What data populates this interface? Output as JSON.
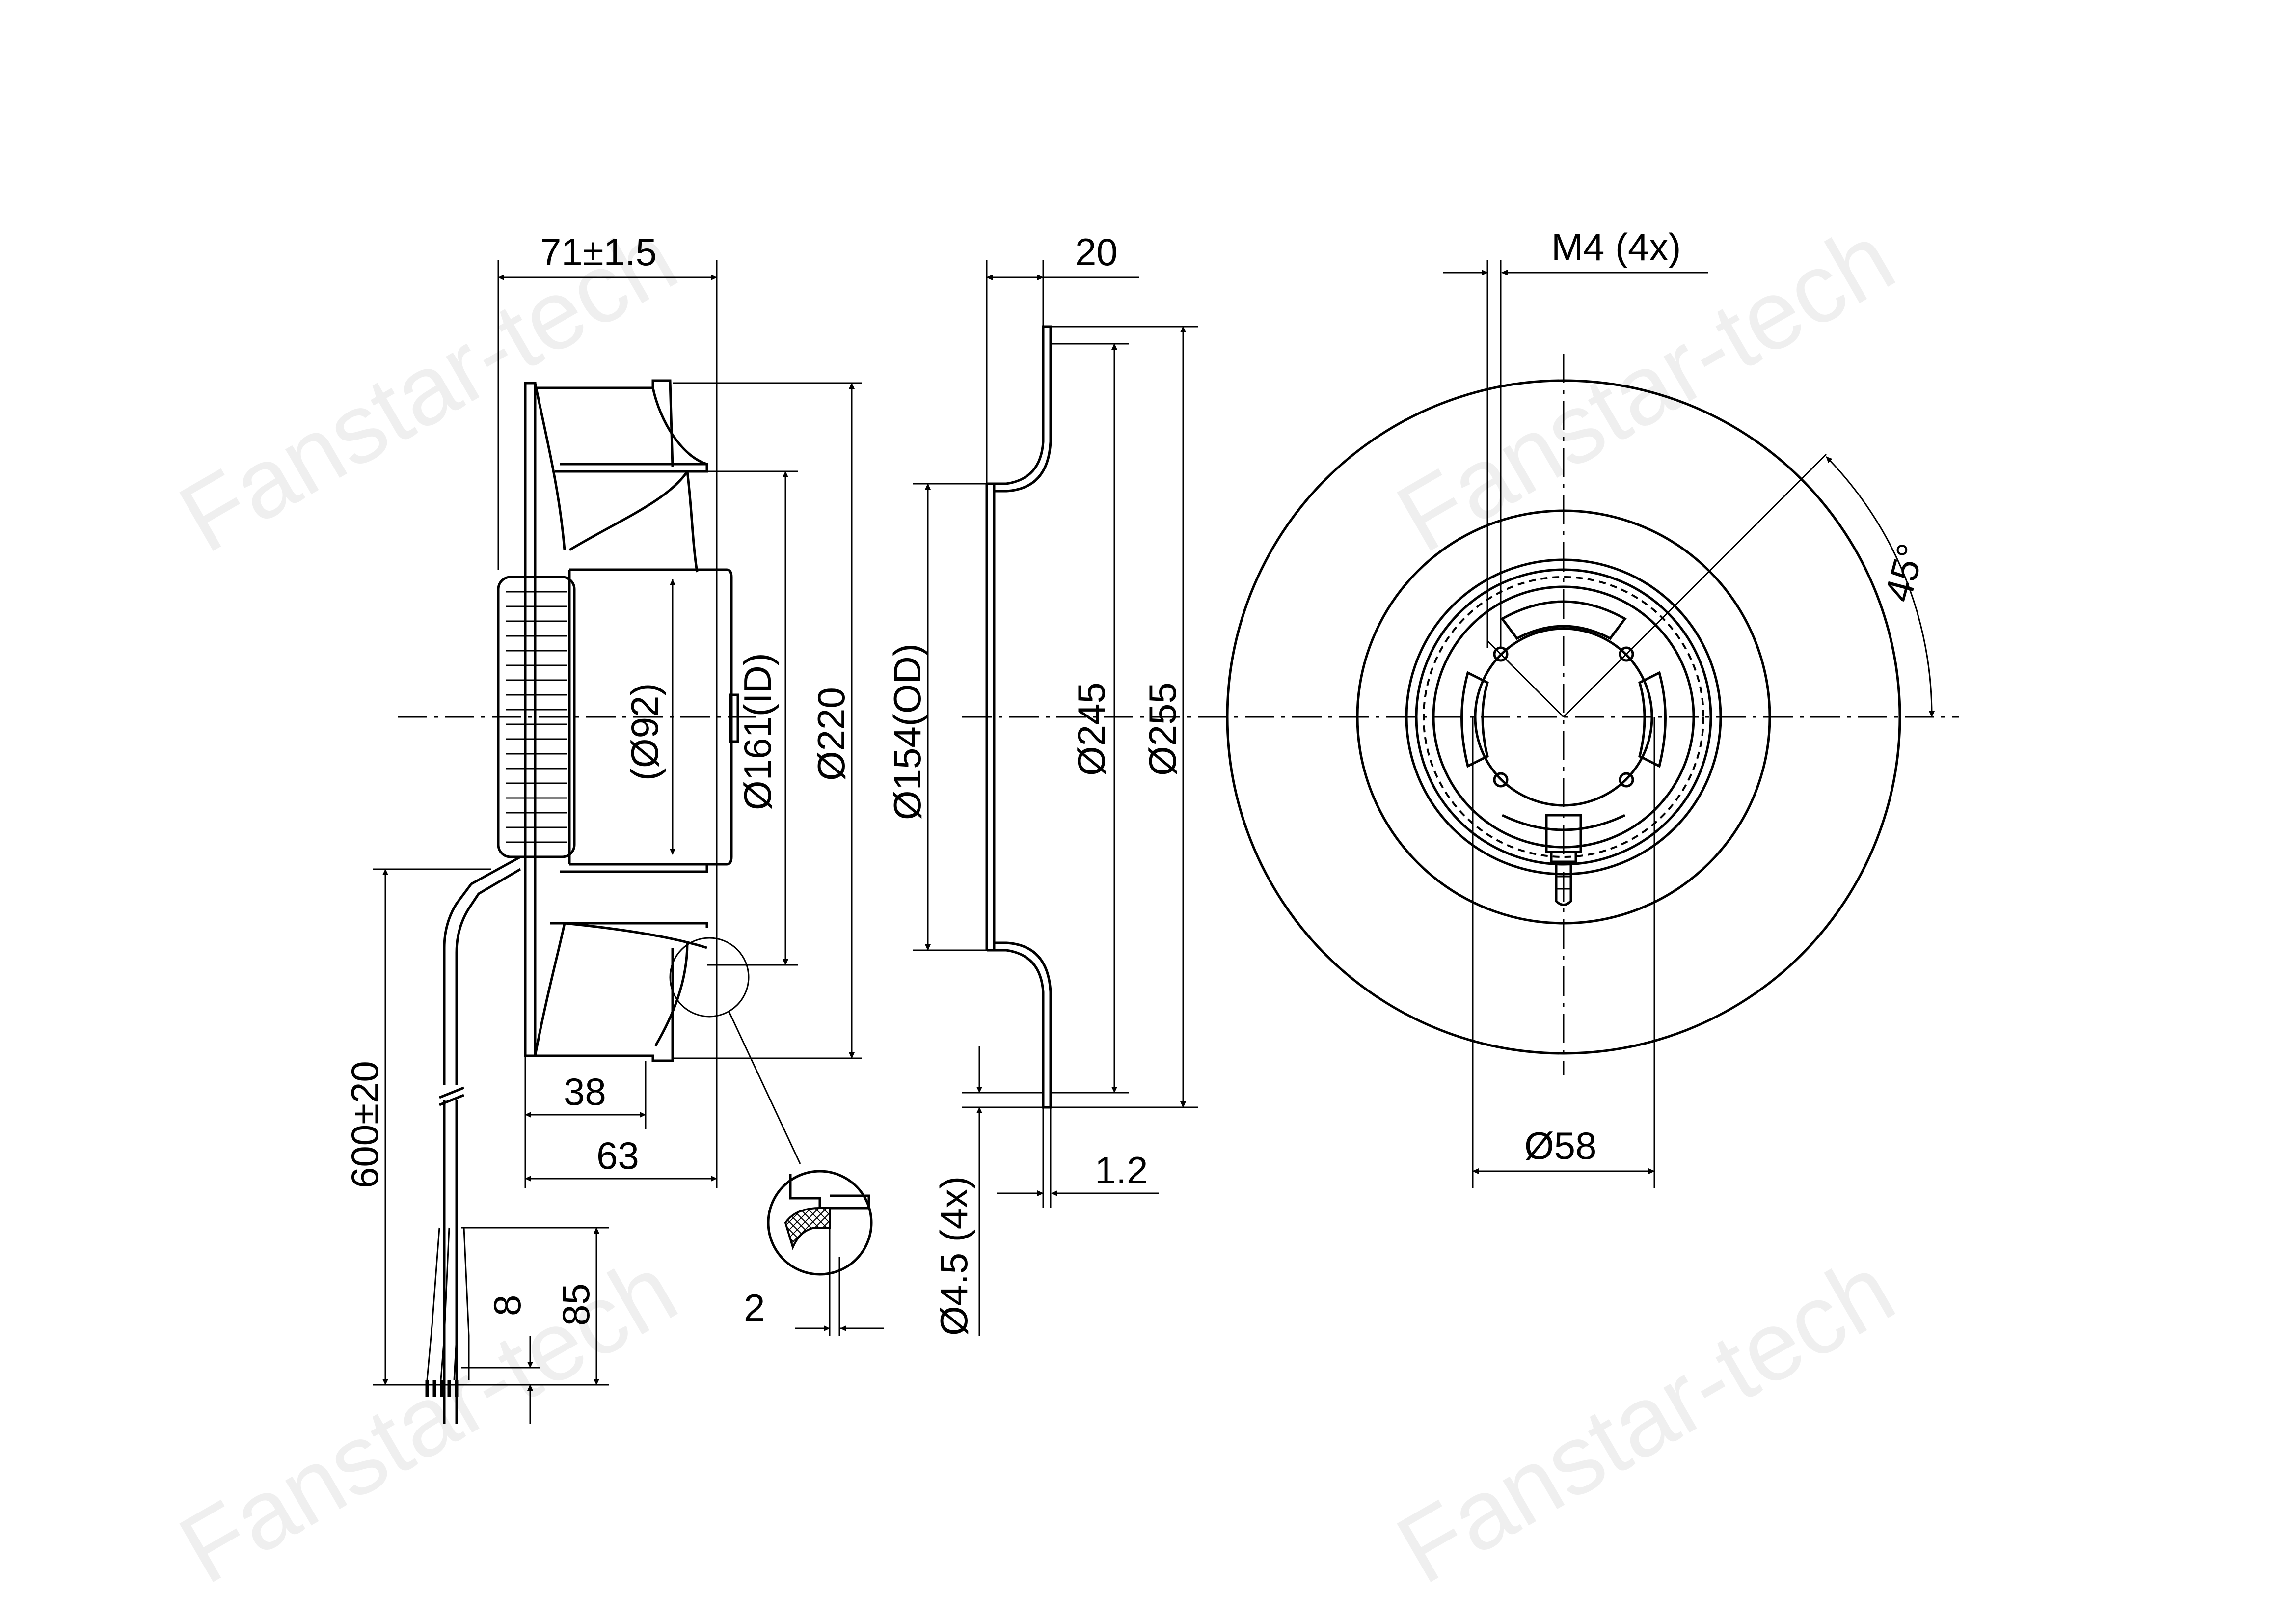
{
  "watermark": "Fanstar-tech",
  "dimensions": {
    "axial_length": "71±1.5",
    "flange_depth": "20",
    "thread": "M4 (4x)",
    "hub": "(Ø92)",
    "inlet_id": "Ø161(ID)",
    "impeller_od": "Ø220",
    "inlet_od": "Ø154(OD)",
    "bolt_circle": "Ø245",
    "outer_dia": "Ø255",
    "angle": "45°",
    "depth_38": "38",
    "depth_63": "63",
    "cable_length": "600±20",
    "strip_8": "8",
    "strip_85": "85",
    "gap_2": "2",
    "hole": "Ø4.5 (4x)",
    "sheet": "1.2",
    "center_dia": "Ø58"
  },
  "colors": {
    "line": "#000000",
    "watermark": "#dcdcdc"
  }
}
